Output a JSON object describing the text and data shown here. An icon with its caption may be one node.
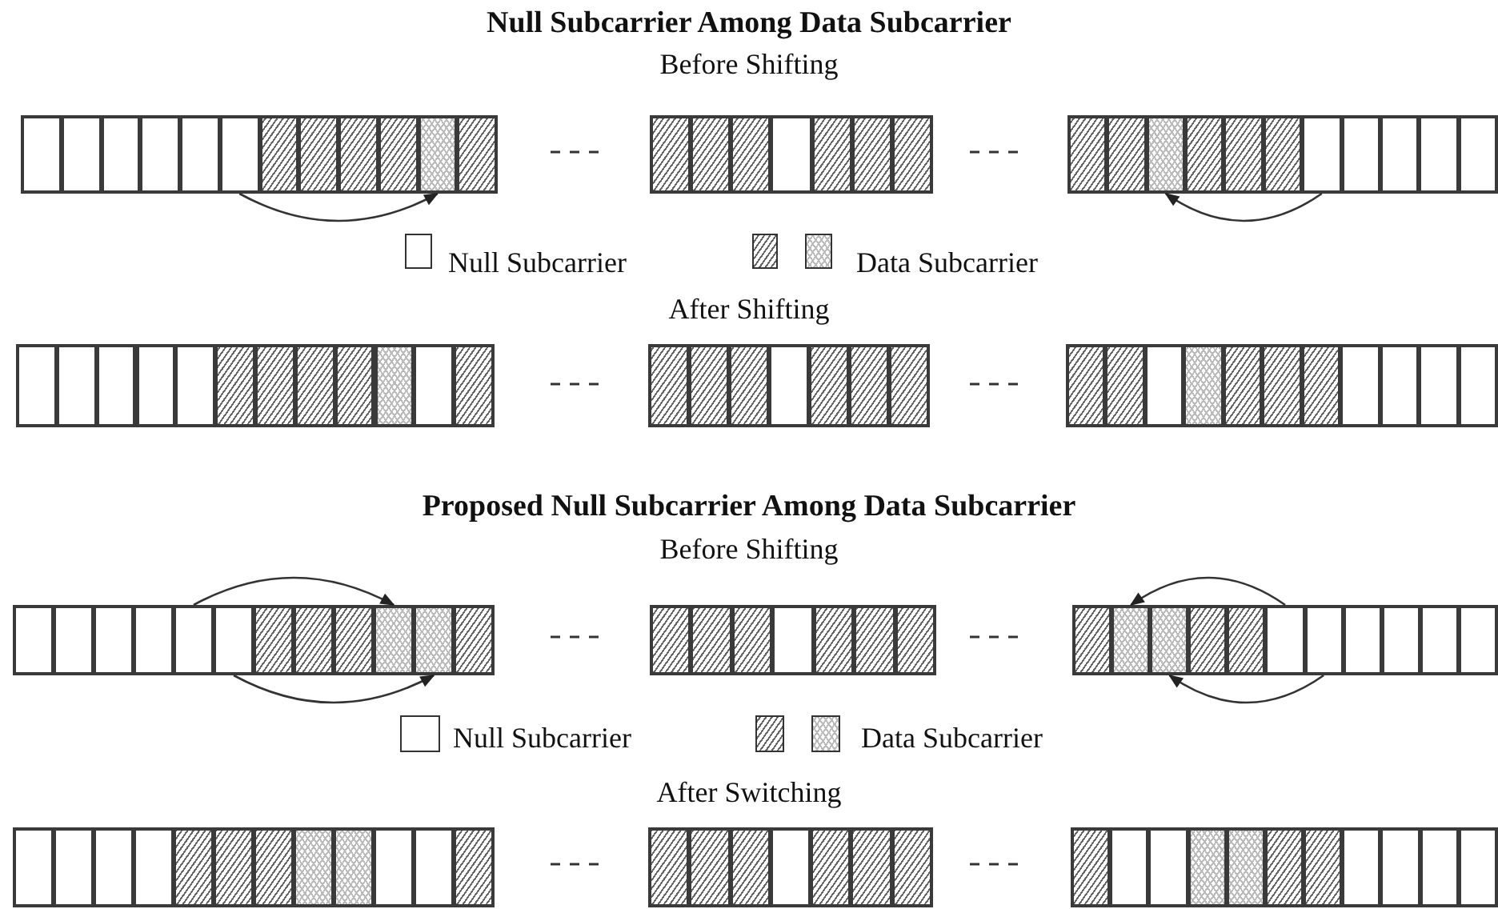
{
  "diagram": {
    "nodes": [
      {
        "text": [],
        "shape": "box"
      },
      {
        "text": [],
        "shape": "box"
      },
      {
        "text": [],
        "shape": "box"
      },
      {
        "text": [],
        "shape": "box"
      },
      {
        "text": [],
        "shape": "box"
      },
      {
        "text": [],
        "shape": "box"
      },
      {
        "text": [],
        "shape": "box"
      },
      {
        "text": [],
        "shape": "box"
      },
      {
        "text": [],
        "shape": "box"
      },
      {
        "text": [],
        "shape": "box"
      },
      {
        "text": [],
        "shape": "box"
      },
      {
        "text": [],
        "shape": "box"
      }
    ],
    "edges": [
      {
        "from": 0,
        "to": 1,
        "arrow": "to"
      },
      {
        "from": 3,
        "to": 2,
        "arrow": "to"
      },
      {
        "from": 4,
        "to": 6,
        "arrow": "to"
      },
      {
        "from": 5,
        "to": 7,
        "arrow": "to"
      },
      {
        "from": 10,
        "to": 8,
        "arrow": "to"
      },
      {
        "from": 11,
        "to": 9,
        "arrow": "to"
      }
    ],
    "labels": [
      "Null Subcarrier Among Data Subcarrier",
      "Before Shifting",
      "After Shifting",
      "Proposed Null Subcarrier Among Data Subcarrier",
      "Before Shifting",
      "After Switching"
    ],
    "legend": [
      {
        "text": "Null Subcarrier"
      },
      {
        "text": "Data Subcarrier"
      },
      {
        "text": "Null Subcarrier"
      },
      {
        "text": "Data Subcarrier"
      }
    ]
  }
}
